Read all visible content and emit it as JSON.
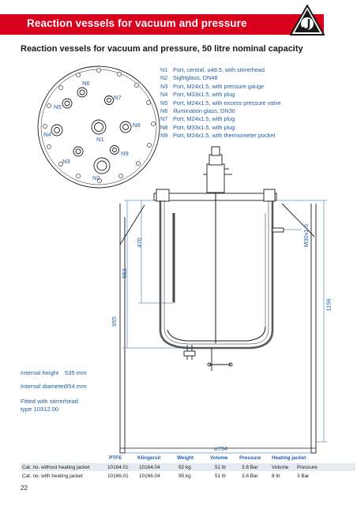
{
  "header": {
    "title": "Reaction vessels for vacuum and pressure"
  },
  "section_title": "Reaction vessels for vacuum and pressure, 50 litre nominal capacity",
  "ports_legend": [
    {
      "code": "N1",
      "text": "Port, central, ⌀48.5, with stirrerhead"
    },
    {
      "code": "N2",
      "text": "Sightglass, DN48"
    },
    {
      "code": "N3",
      "text": "Port, M24x1.5, with pressure gauge"
    },
    {
      "code": "N4",
      "text": "Port, M33x1.5, with plug"
    },
    {
      "code": "N5",
      "text": "Port, M24x1.5, with excess pressure valve"
    },
    {
      "code": "N6",
      "text": "Illumination glass, DN30"
    },
    {
      "code": "N7",
      "text": "Port, M24x1.5, with plug"
    },
    {
      "code": "N8",
      "text": "Port, M33x1.5, with plug"
    },
    {
      "code": "N9",
      "text": "Port, M24x1.5, with thermometer pocket"
    }
  ],
  "lid_labels": {
    "n1": "N1",
    "n2": "N2",
    "n3": "N3",
    "n4": "N4",
    "n5": "N5",
    "n6": "N6",
    "n7": "N7",
    "n8": "N8",
    "n9": "N9"
  },
  "dimensions": {
    "d470": "470",
    "d553": "553",
    "d955": "955",
    "d1156": "1156",
    "thread": "M30x1.5",
    "width": "⌀734"
  },
  "specs": {
    "internal_height_label": "Internal height",
    "internal_height_value": "535 mm",
    "internal_diameter_label": "Internal diameter",
    "internal_diameter_value": "354 mm",
    "fitted_line1": "Fitted with stirrerhead",
    "fitted_line2": "type 10312.00"
  },
  "table": {
    "headers": [
      "PTFE",
      "Klingersil",
      "Weight",
      "Volume",
      "Pressure",
      "Heating jacket"
    ],
    "rows": [
      {
        "label": "Cat. no. without heating jacket",
        "ptfe": "10164.01",
        "klingersil": "10164.04",
        "weight": "92 kg",
        "volume": "51 ltr",
        "pressure": "3.8 Bar",
        "hj_volume": "Volume",
        "hj_pressure": "Pressure"
      },
      {
        "label": "Cat. no. with heating jacket",
        "ptfe": "10166.01",
        "klingersil": "10166.04",
        "weight": "95 kg",
        "volume": "51 ltr",
        "pressure": "3.8 Bar",
        "hj_volume": "8 ltr",
        "hj_pressure": "3 Bar"
      }
    ]
  },
  "page_number": "22",
  "colors": {
    "brand_red": "#d8001c",
    "drawing_blue": "#1f5fa8",
    "table_shade": "#e6eaf2"
  }
}
